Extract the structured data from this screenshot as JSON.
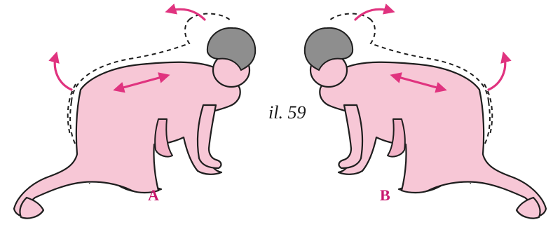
{
  "figure": {
    "caption": "il. 59",
    "panels": [
      {
        "label": "A"
      },
      {
        "label": "B"
      }
    ]
  },
  "colors": {
    "skin_fill": "#f7c7d6",
    "skin_shade": "#f3b3c7",
    "outline": "#1e1e1e",
    "hair": "#8e8e8e",
    "arrow": "#e0337f",
    "label": "#c8186f",
    "background": "#ffffff"
  },
  "icons": {
    "movement_arrow": "curved-arrow",
    "stretch_arrow": "double-headed-arrow"
  }
}
